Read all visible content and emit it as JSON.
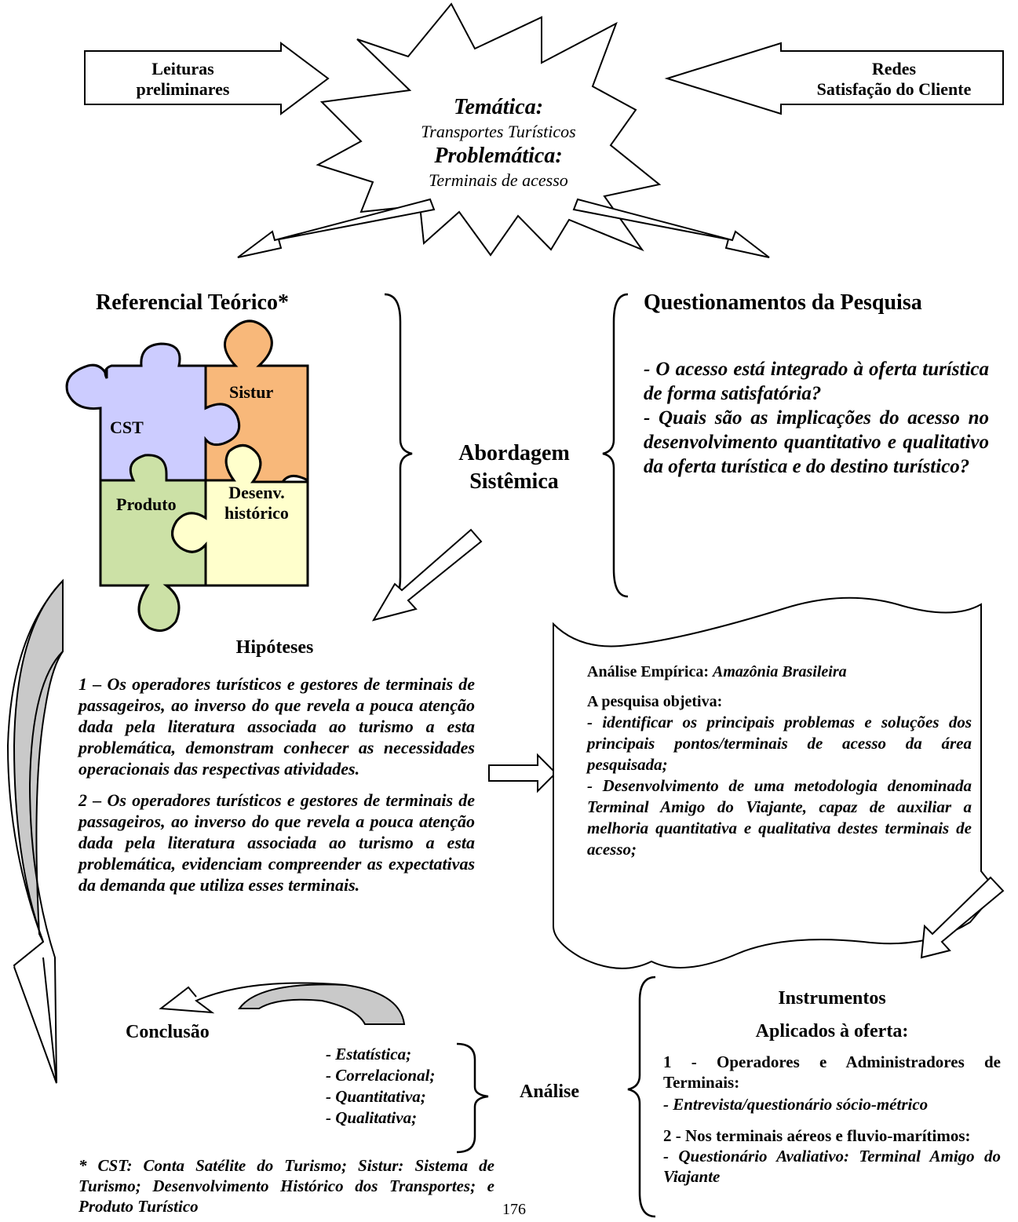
{
  "top_left_box": {
    "line1": "Leituras",
    "line2": "preliminares"
  },
  "top_right_box": {
    "line1": "Redes",
    "line2": "Satisfação do Cliente"
  },
  "star": {
    "tematica_label": "Temática:",
    "tematica_value": "Transportes Turísticos",
    "problematica_label": "Problemática:",
    "problematica_value": "Terminais de acesso"
  },
  "referencial": {
    "title": "Referencial Teórico*",
    "pieces": {
      "cst": "CST",
      "sistur": "Sistur",
      "produto": "Produto",
      "desenv_line1": "Desenv.",
      "desenv_line2": "histórico"
    }
  },
  "abordagem": {
    "line1": "Abordagem",
    "line2": "Sistêmica"
  },
  "questionamentos": {
    "title": "Questionamentos da Pesquisa",
    "q1": "- O acesso está integrado à oferta turística de forma satisfatória?",
    "q2": "- Quais são as implicações do acesso no desenvolvimento quantitativo e qualitativo da oferta turística e do destino turístico?"
  },
  "hipoteses": {
    "title": "Hipóteses",
    "h1": "1 – Os operadores turísticos e gestores de terminais de passageiros, ao inverso do que revela a pouca atenção dada pela literatura associada ao turismo a esta problemática, demonstram conhecer as necessidades operacionais das respectivas atividades.",
    "h2": "2 – Os operadores turísticos e gestores de terminais de passageiros, ao inverso do que revela a pouca atenção dada pela literatura associada ao turismo a esta problemática, evidenciam compreender as expectativas da demanda que utiliza esses terminais."
  },
  "analise_empirica": {
    "label": "Análise Empírica:",
    "value": "Amazônia Brasileira",
    "objetiva_label": "A pesquisa objetiva:",
    "item1": "- identificar os principais problemas e soluções dos principais pontos/terminais de acesso da área pesquisada;",
    "item2": "- Desenvolvimento de uma metodologia denominada Terminal Amigo do Viajante, capaz de auxiliar a melhoria quantitativa e qualitativa destes terminais de acesso;"
  },
  "conclusao": "Conclusão",
  "analise": {
    "label": "Análise",
    "items": [
      "- Estatística;",
      "- Correlacional;",
      "- Quantitativa;",
      "- Qualitativa;"
    ]
  },
  "instrumentos": {
    "title": "Instrumentos",
    "subtitle": "Aplicados à oferta:",
    "i1_title": "1 - Operadores e Administradores de Terminais:",
    "i1_text": "- Entrevista/questionário sócio-métrico",
    "i2_title": "2 - Nos terminais aéreos e fluvio-marítimos:",
    "i2_text": "- Questionário Avaliativo: Terminal Amigo do Viajante"
  },
  "footnote": "* CST: Conta Satélite do Turismo; Sistur: Sistema de Turismo; Desenvolvimento Histórico dos Transportes; e Produto Turístico",
  "page_number": "176",
  "colors": {
    "cst": "#ccccff",
    "sistur": "#f8b87a",
    "produto": "#cce1a6",
    "desenv": "#ffffcc",
    "scroll_shadow": "#c9c9c9"
  }
}
